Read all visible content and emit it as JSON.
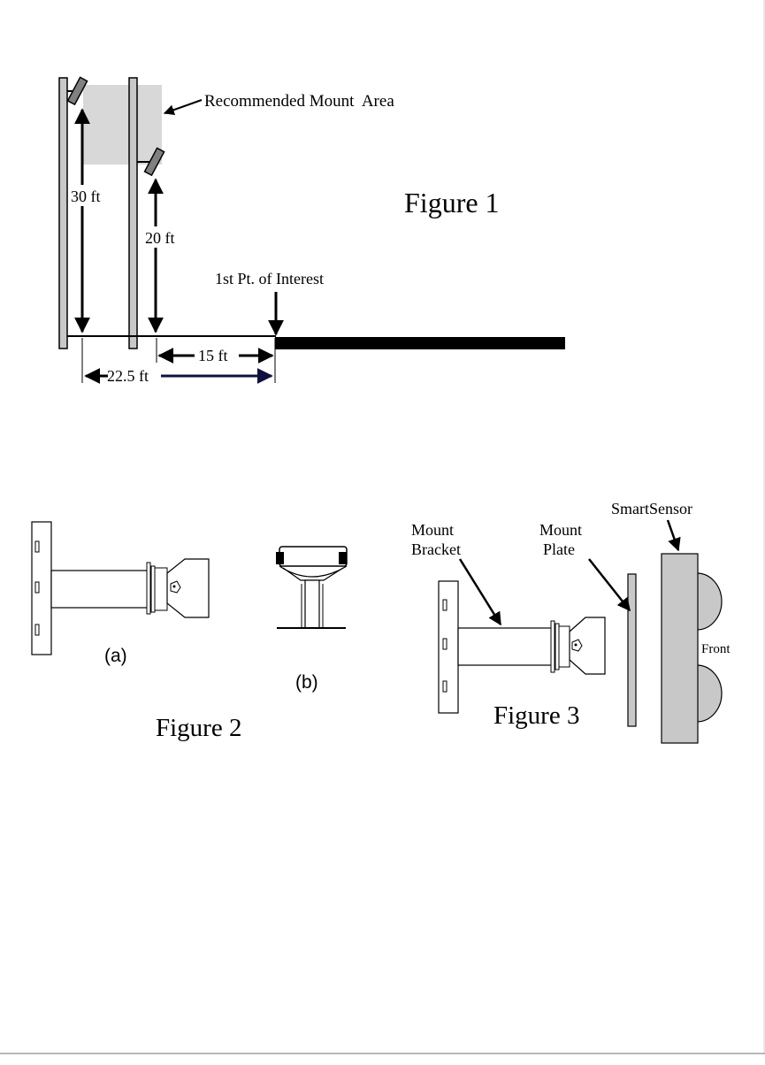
{
  "figure1": {
    "title": "Figure 1",
    "mount_area_label": "Recommended Mount  Area",
    "height_tall": "30 ft",
    "height_short": "20 ft",
    "point_label": "1st Pt. of Interest",
    "dist_short": "15 ft",
    "dist_long": "22.5 ft"
  },
  "figure2": {
    "title": "Figure 2",
    "label_a": "(a)",
    "label_b": "(b)"
  },
  "figure3": {
    "title": "Figure 3",
    "mount_bracket_line1": "Mount",
    "mount_bracket_line2": "Bracket",
    "mount_plate_line1": "Mount",
    "mount_plate_line2": "Plate",
    "sensor_label": "SmartSensor",
    "front_label": "Front"
  },
  "colors": {
    "mount_area_fill": "#d8d8d8",
    "pole_fill": "#c8c8c8",
    "sensor_fill": "#c8c8c8",
    "bracket_fill": "#ffffff",
    "footer_line": "#b8b8b8"
  }
}
